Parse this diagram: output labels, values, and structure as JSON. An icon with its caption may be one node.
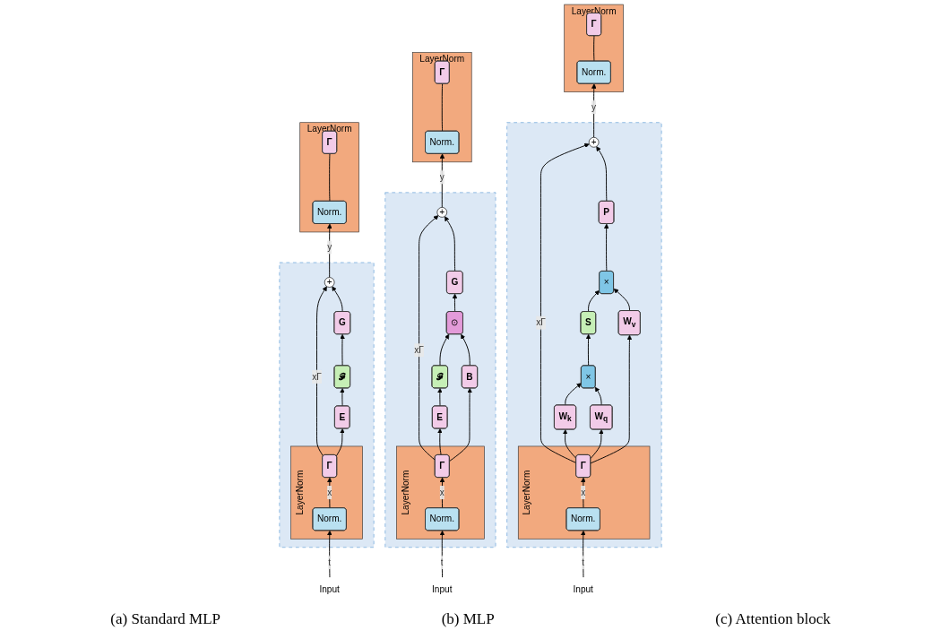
{
  "diagram": {
    "nodes": [
      {
        "text": [
          "LayerNorm"
        ]
      },
      {
        "text": [
          "Γ"
        ],
        "in": 0
      },
      {
        "text": [
          "Norm."
        ],
        "in": 0
      },
      {
        "text": [],
        "shape": "box"
      },
      {
        "text": [
          "+"
        ],
        "in": 3
      },
      {
        "text": [
          "G"
        ],
        "in": 3
      },
      {
        "text": [
          "𝓕"
        ],
        "in": 3
      },
      {
        "text": [
          "E"
        ],
        "in": 3
      },
      {
        "text": [
          "LayerNorm"
        ],
        "in": 3
      },
      {
        "text": [
          "Γ"
        ],
        "in": 8
      },
      {
        "text": [
          "Norm."
        ],
        "in": 8
      },
      {
        "text": [
          "Input"
        ]
      },
      {
        "text": [
          "LayerNorm"
        ]
      },
      {
        "text": [
          "Γ"
        ],
        "in": 12
      },
      {
        "text": [
          "Norm."
        ],
        "in": 12
      },
      {
        "text": [],
        "shape": "box"
      },
      {
        "text": [
          "+"
        ],
        "in": 15
      },
      {
        "text": [
          "G"
        ],
        "in": 15
      },
      {
        "text": [
          "⊙"
        ],
        "in": 15
      },
      {
        "text": [
          "𝓕"
        ],
        "in": 15
      },
      {
        "text": [
          "E"
        ],
        "in": 15
      },
      {
        "text": [
          "B"
        ],
        "in": 15
      },
      {
        "text": [
          "LayerNorm"
        ],
        "in": 15
      },
      {
        "text": [
          "Γ"
        ],
        "in": 22
      },
      {
        "text": [
          "Norm."
        ],
        "in": 22
      },
      {
        "text": [
          "Input"
        ]
      },
      {
        "text": [
          "LayerNorm"
        ]
      },
      {
        "text": [
          "Γ"
        ],
        "in": 26
      },
      {
        "text": [
          "Norm."
        ],
        "in": 26
      },
      {
        "text": [],
        "shape": "box"
      },
      {
        "text": [
          "+"
        ],
        "in": 29
      },
      {
        "text": [
          "P"
        ],
        "in": 29
      },
      {
        "text": [
          "×"
        ],
        "in": 29
      },
      {
        "text": [
          "S"
        ],
        "in": 29
      },
      {
        "text": [
          "×"
        ],
        "in": 29
      },
      {
        "text": [
          "W$_{k}$"
        ],
        "in": 29
      },
      {
        "text": [
          "W$_{q}$"
        ],
        "in": 29
      },
      {
        "text": [
          "W$_{v}$"
        ],
        "in": 29
      },
      {
        "text": [
          "LayerNorm"
        ],
        "in": 29
      },
      {
        "text": [
          "Γ"
        ],
        "in": 38
      },
      {
        "text": [
          "Norm."
        ],
        "in": 38
      },
      {
        "text": [
          "Input"
        ]
      }
    ],
    "edges": [
      {
        "from": 11,
        "to": 10,
        "arrow": "to",
        "label": "t"
      },
      {
        "from": 10,
        "to": 9,
        "arrow": "to",
        "label": "x"
      },
      {
        "from": 9,
        "to": 7,
        "arrow": "to"
      },
      {
        "from": 9,
        "to": 4,
        "arrow": "to",
        "label": "xΓ"
      },
      {
        "from": 7,
        "to": 6,
        "arrow": "to"
      },
      {
        "from": 6,
        "to": 5,
        "arrow": "to"
      },
      {
        "from": 5,
        "to": 4,
        "arrow": "to"
      },
      {
        "from": 4,
        "to": 2,
        "arrow": "to",
        "label": "y"
      },
      {
        "from": 2,
        "to": 1,
        "arrow": "none"
      },
      {
        "from": 25,
        "to": 24,
        "arrow": "to",
        "label": "t"
      },
      {
        "from": 24,
        "to": 23,
        "arrow": "to",
        "label": "x"
      },
      {
        "from": 23,
        "to": 20,
        "arrow": "to"
      },
      {
        "from": 23,
        "to": 21,
        "arrow": "to"
      },
      {
        "from": 23,
        "to": 16,
        "arrow": "to",
        "label": "xΓ"
      },
      {
        "from": 20,
        "to": 19,
        "arrow": "to"
      },
      {
        "from": 19,
        "to": 18,
        "arrow": "to"
      },
      {
        "from": 21,
        "to": 18,
        "arrow": "to"
      },
      {
        "from": 18,
        "to": 17,
        "arrow": "to"
      },
      {
        "from": 17,
        "to": 16,
        "arrow": "to"
      },
      {
        "from": 16,
        "to": 14,
        "arrow": "to",
        "label": "y"
      },
      {
        "from": 14,
        "to": 13,
        "arrow": "none"
      },
      {
        "from": 41,
        "to": 40,
        "arrow": "to",
        "label": "t"
      },
      {
        "from": 40,
        "to": 39,
        "arrow": "to",
        "label": "x"
      },
      {
        "from": 39,
        "to": 35,
        "arrow": "to"
      },
      {
        "from": 39,
        "to": 36,
        "arrow": "to"
      },
      {
        "from": 39,
        "to": 37,
        "arrow": "to"
      },
      {
        "from": 39,
        "to": 30,
        "arrow": "to",
        "label": "xΓ"
      },
      {
        "from": 35,
        "to": 34,
        "arrow": "to"
      },
      {
        "from": 36,
        "to": 34,
        "arrow": "to"
      },
      {
        "from": 34,
        "to": 33,
        "arrow": "to"
      },
      {
        "from": 33,
        "to": 32,
        "arrow": "to"
      },
      {
        "from": 37,
        "to": 32,
        "arrow": "to"
      },
      {
        "from": 32,
        "to": 31,
        "arrow": "to"
      },
      {
        "from": 31,
        "to": 30,
        "arrow": "to"
      },
      {
        "from": 30,
        "to": 28,
        "arrow": "to",
        "label": "y"
      },
      {
        "from": 28,
        "to": 27,
        "arrow": "none"
      }
    ],
    "labels": [
      "(a) Standard MLP",
      "(b) MLP",
      "(c) Attention block"
    ]
  }
}
